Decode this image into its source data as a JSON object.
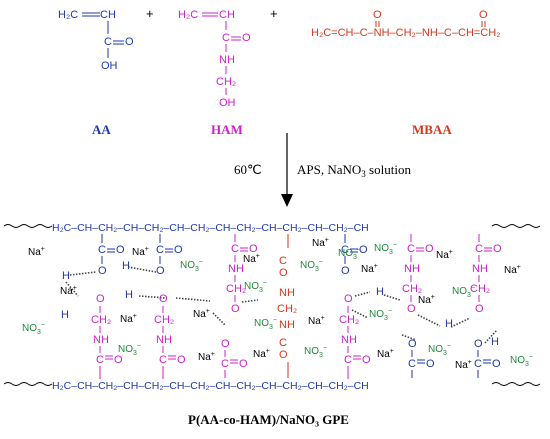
{
  "colors": {
    "aa": "#1f3aa8",
    "ham": "#cc22cc",
    "mbaa": "#d23a1e",
    "ion": "#1d8a3a",
    "text": "#000000"
  },
  "monomers": {
    "aa": {
      "label": "AA",
      "vinyl_top": "H₂C",
      "ch": "CH",
      "c": "C",
      "o": "O",
      "oh": "OH"
    },
    "ham": {
      "label": "HAM",
      "vinyl_top": "H₂C",
      "ch": "CH",
      "c": "C",
      "o": "O",
      "nh": "NH",
      "ch2a": "CH₂",
      "oh": "OH"
    },
    "mbaa": {
      "label": "MBAA",
      "formula": "H₂C=CH–C–NH–CH₂–NH–C–CH=CH₂",
      "o": "O"
    },
    "plus": "+"
  },
  "reaction": {
    "temperature": "60℃",
    "reagents_prefix": "APS, NaNO",
    "reagents_sub": "3",
    "reagents_suffix": " solution"
  },
  "network": {
    "top_chain": "H₂C–CH–CH₂–CH–CH₂–CH–CH₂–CH–CH₂–CH–CH₂–CH–CH₂–CH",
    "bottom_chain": "H₂C–CH–CH₂–CH–CH₂–CH–CH₂–CH–CH₂–CH–CH₂–CH–CH₂–CH",
    "na_label": "Na",
    "na_charge": "+",
    "no3_label": "NO",
    "no3_sub": "3",
    "no3_charge": "−",
    "c": "C",
    "o": "O",
    "h": "H",
    "nh": "NH",
    "ch2": "CH₂"
  },
  "product_label": "P(AA-co-HAM)/NaNO₃ GPE"
}
